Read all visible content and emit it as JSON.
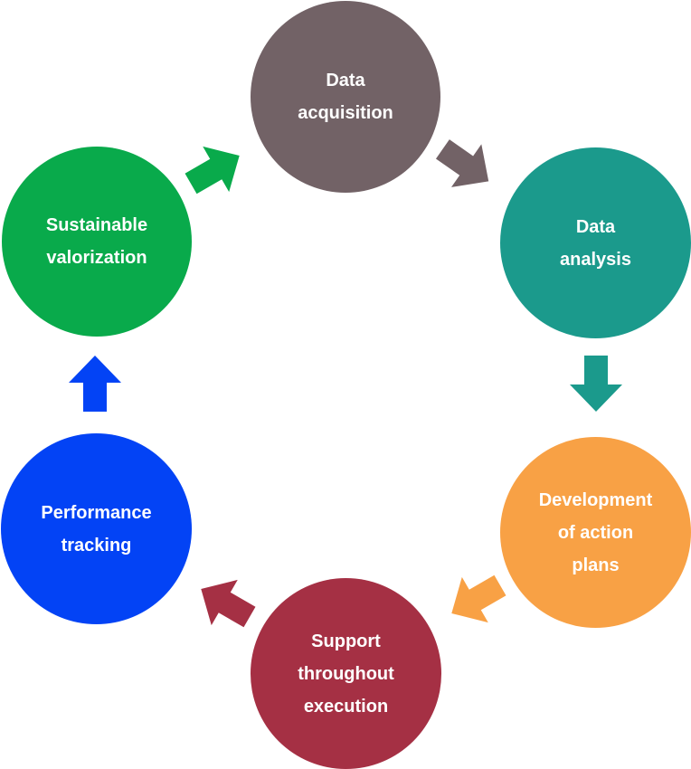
{
  "nodes": [
    {
      "id": "data-acquisition",
      "label": "Data\nacquisition",
      "color": "#726266"
    },
    {
      "id": "data-analysis",
      "label": "Data\nanalysis",
      "color": "#1B9A8C"
    },
    {
      "id": "development-of-action-plans",
      "label": "Development\nof action\nplans",
      "color": "#F8A145"
    },
    {
      "id": "support-throughout-execution",
      "label": "Support\nthroughout\nexecution",
      "color": "#A53044"
    },
    {
      "id": "performance-tracking",
      "label": "Performance\ntracking",
      "color": "#0343F5"
    },
    {
      "id": "sustainable-valorization",
      "label": "Sustainable\nvalorization",
      "color": "#09AA4B"
    }
  ],
  "arrow_colors": {
    "acq_to_ana": "#726266",
    "ana_to_dev": "#1B9A8C",
    "dev_to_sup": "#F8A145",
    "sup_to_perf": "#A53044",
    "perf_to_sus": "#0343F5",
    "sus_to_acq": "#09AA4B"
  }
}
